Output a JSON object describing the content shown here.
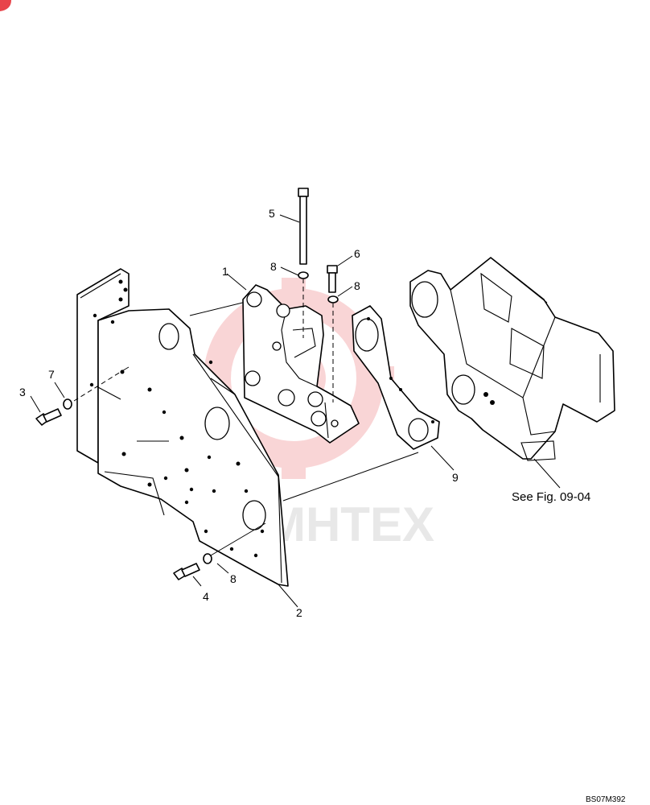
{
  "watermark": {
    "text": "MHTEX",
    "color": "#e8444a"
  },
  "callouts": {
    "c1": "1",
    "c2": "2",
    "c3": "3",
    "c4": "4",
    "c5": "5",
    "c6": "6",
    "c7": "7",
    "c8a": "8",
    "c8b": "8",
    "c8c": "8",
    "c9": "9"
  },
  "reference_note": "See Fig. 09-04",
  "drawing_code": "BS07M392",
  "icons": {
    "corner_badge": "corner-badge-icon"
  }
}
